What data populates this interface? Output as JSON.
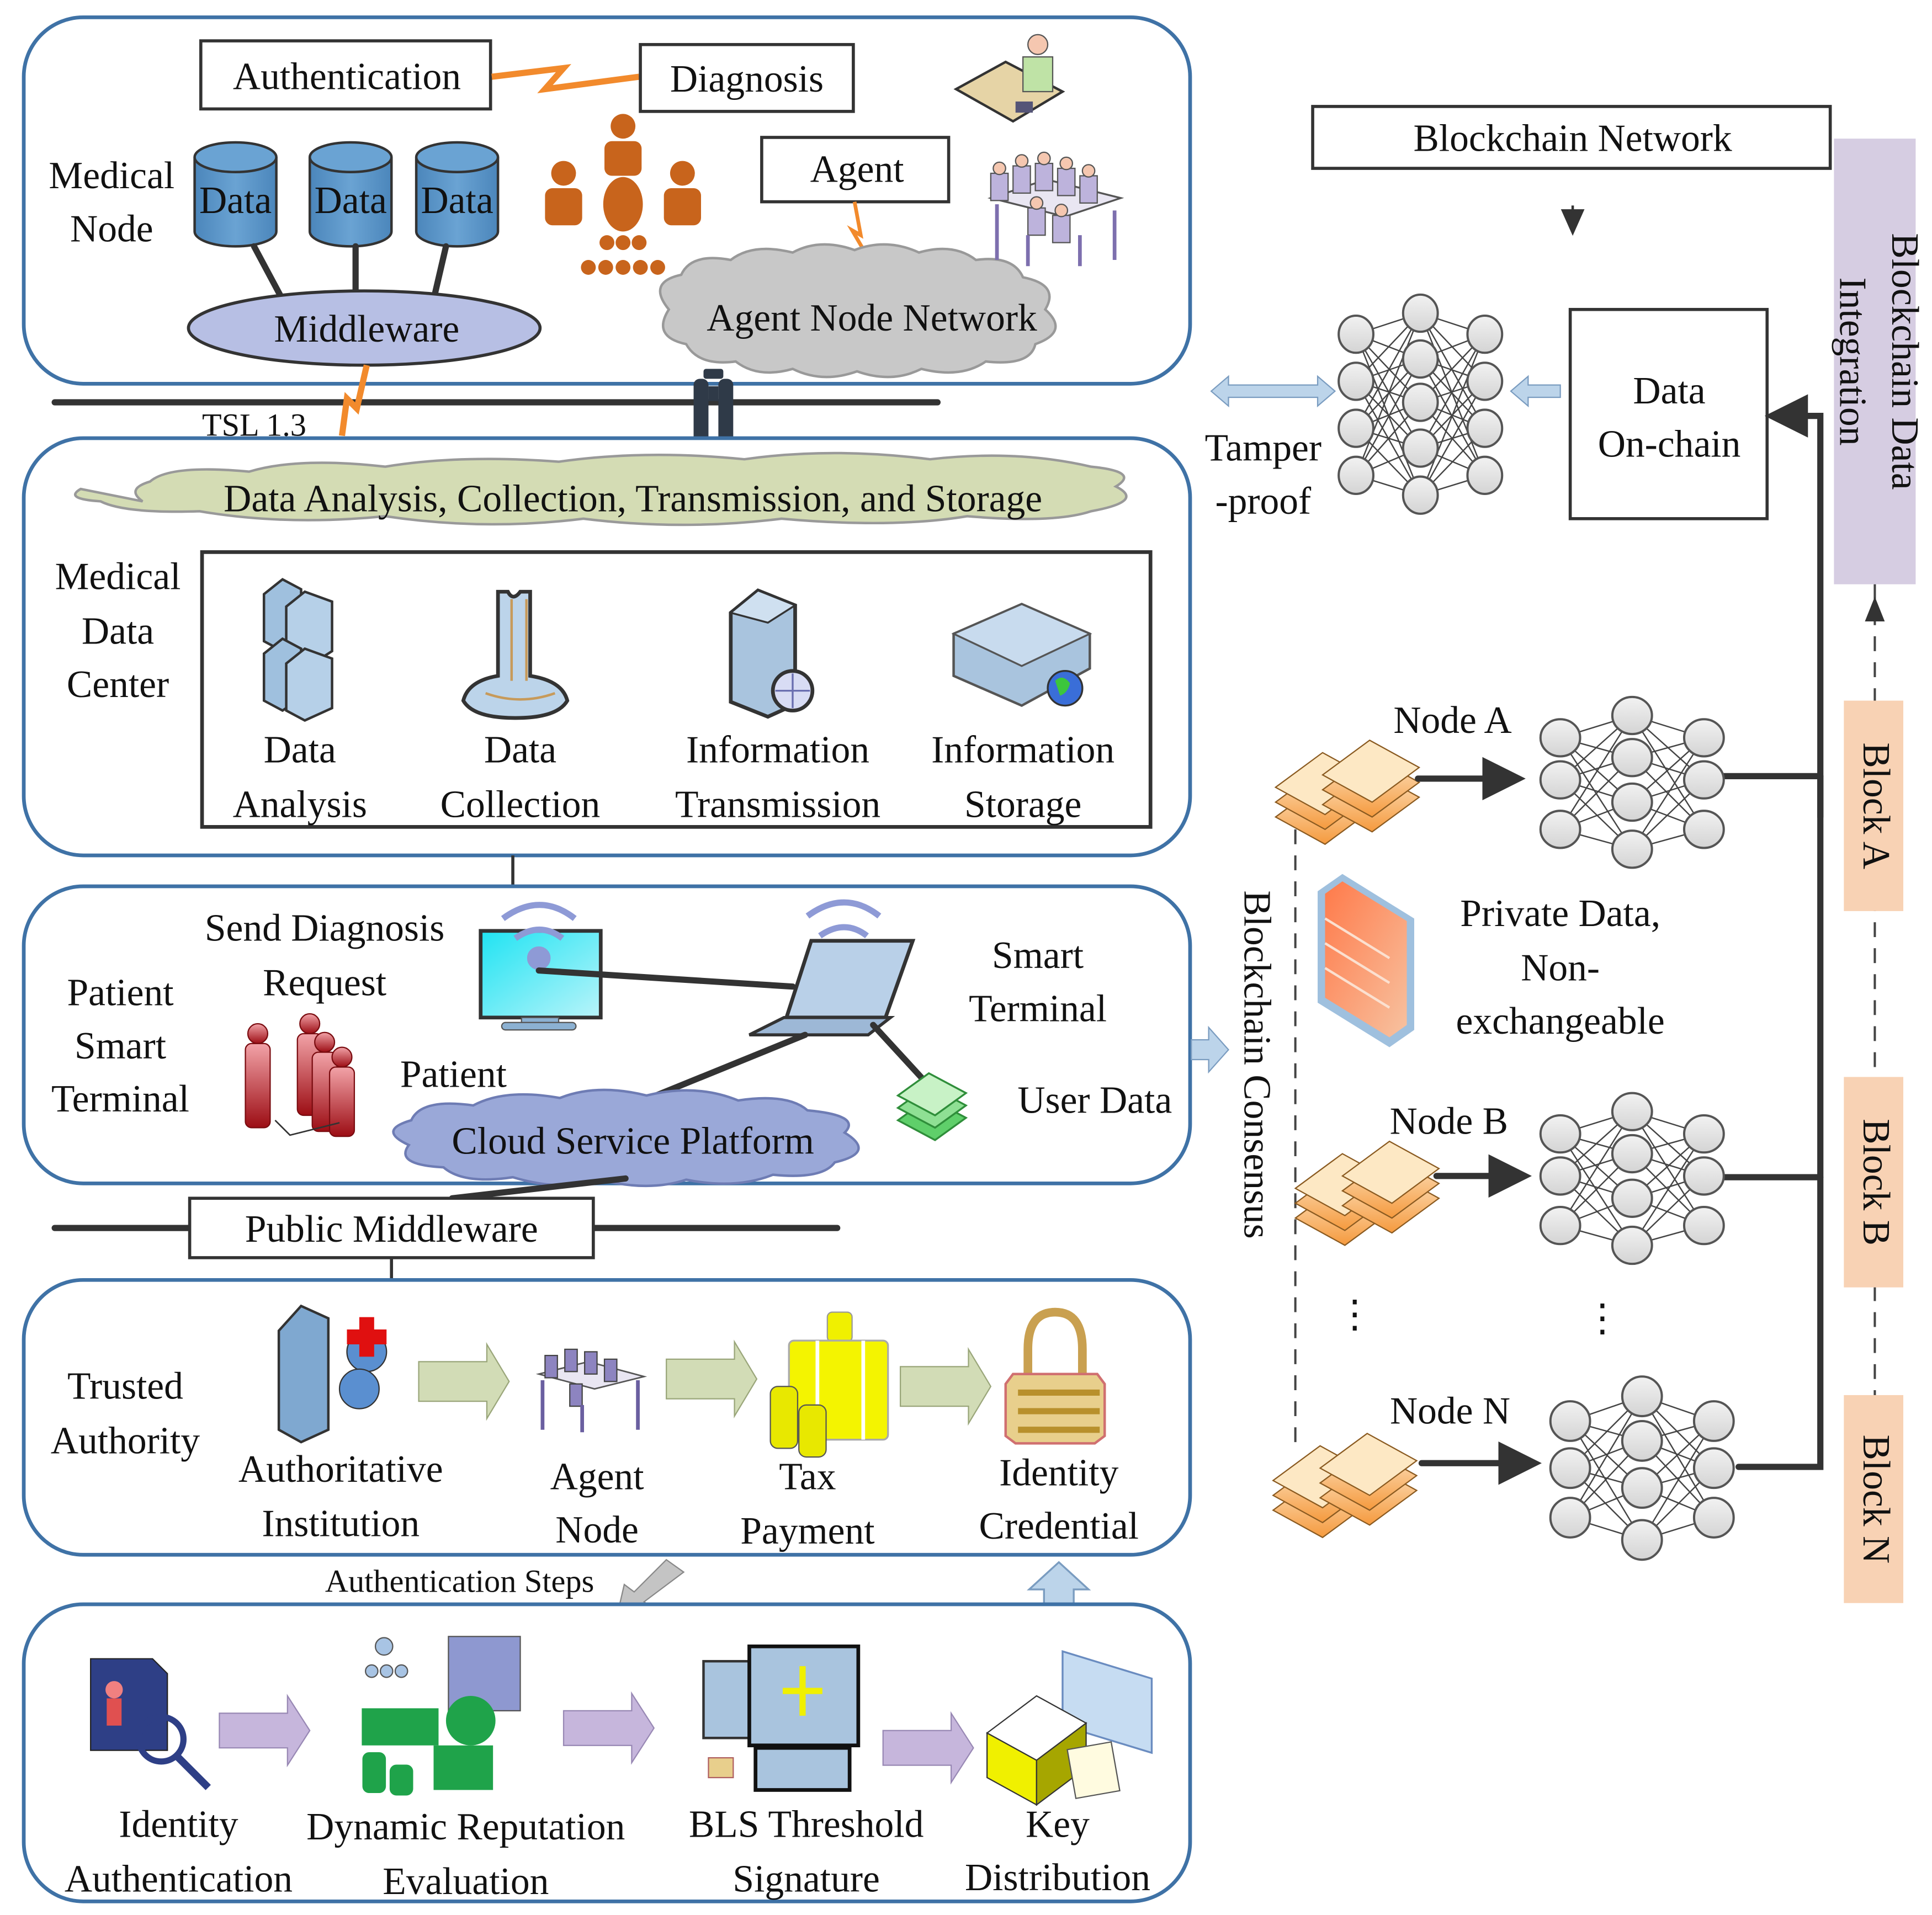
{
  "colors": {
    "panel_border": "#3f72a6",
    "database_fill": "#5b97c9",
    "middleware_fill": "#b7bfe4",
    "agent_cloud_fill": "#c8c8c8",
    "data_cloud_fill": "#d4dcb4",
    "service_cloud_fill": "#9aa8d8",
    "green_arrow_fill": "#d2dcb6",
    "purple_arrow_fill": "#c6b6dc",
    "integration_bar_fill": "#d6cde2",
    "block_fill": "#f8d2b4",
    "lightning": "#f28a2c"
  },
  "medical_node_layer": {
    "label_lines": [
      "Medical",
      "Node"
    ],
    "authentication": "Authentication",
    "diagnosis": "Diagnosis",
    "agent": "Agent",
    "databases": [
      "Data",
      "Data",
      "Data"
    ],
    "middleware": "Middleware",
    "agent_node_network": "Agent Node Network"
  },
  "link_tsl": "TSL 1.3",
  "data_center_layer": {
    "cloud_title": "Data Analysis, Collection, Transmission, and Storage",
    "label_lines": [
      "Medical",
      "Data",
      "Center"
    ],
    "services": [
      {
        "icon": "server-rack-icon",
        "lines": [
          "Data",
          "Analysis"
        ]
      },
      {
        "icon": "data-collector-icon",
        "lines": [
          "Data",
          "Collection"
        ]
      },
      {
        "icon": "web-server-icon",
        "lines": [
          "Information",
          "Transmission"
        ]
      },
      {
        "icon": "storage-server-icon",
        "lines": [
          "Information",
          "Storage"
        ]
      }
    ]
  },
  "patient_layer": {
    "label_lines": [
      "Patient",
      "Smart",
      "Terminal"
    ],
    "send_request_lines": [
      "Send Diagnosis",
      "Request"
    ],
    "patient": "Patient",
    "smart_terminal_lines": [
      "Smart",
      "Terminal"
    ],
    "user_data": "User Data",
    "cloud_service": "Cloud Service Platform"
  },
  "public_middleware": "Public Middleware",
  "trusted_authority_layer": {
    "label_lines": [
      "Trusted",
      "Authority"
    ],
    "steps": [
      {
        "icon": "hospital-building-icon",
        "lines": [
          "Authoritative",
          "Institution"
        ]
      },
      {
        "icon": "meeting-group-icon",
        "lines": [
          "Agent",
          "Node"
        ]
      },
      {
        "icon": "tax-coins-icon",
        "lines": [
          "Tax",
          "Payment"
        ]
      },
      {
        "icon": "padlock-icon",
        "lines": [
          "Identity",
          "Credential"
        ]
      }
    ]
  },
  "authentication_steps_label": "Authentication Steps",
  "authentication_layer": {
    "steps": [
      {
        "icon": "identity-search-icon",
        "lines": [
          "Identity",
          "Authentication"
        ]
      },
      {
        "icon": "reputation-evaluation-icon",
        "lines": [
          "Dynamic Reputation",
          "Evaluation"
        ]
      },
      {
        "icon": "bls-signature-icon",
        "lines": [
          "BLS Threshold",
          "Signature"
        ]
      },
      {
        "icon": "key-distribution-icon",
        "lines": [
          "Key",
          "Distribution"
        ]
      }
    ]
  },
  "blockchain": {
    "network": "Blockchain Network",
    "data_on_chain_lines": [
      "Data",
      "On-chain"
    ],
    "tamper_proof_lines": [
      "Tamper",
      "-proof"
    ],
    "integration_lines": [
      "Blockchain Data",
      "Integration"
    ],
    "consensus": "Blockchain Consensus",
    "private_data_lines": [
      "Private Data,",
      "Non-",
      "exchangeable"
    ],
    "nodes": [
      "Node A",
      "Node B",
      "Node N"
    ],
    "blocks": [
      "Block A",
      "Block B",
      "Block N"
    ],
    "ellipsis": "⋮"
  }
}
